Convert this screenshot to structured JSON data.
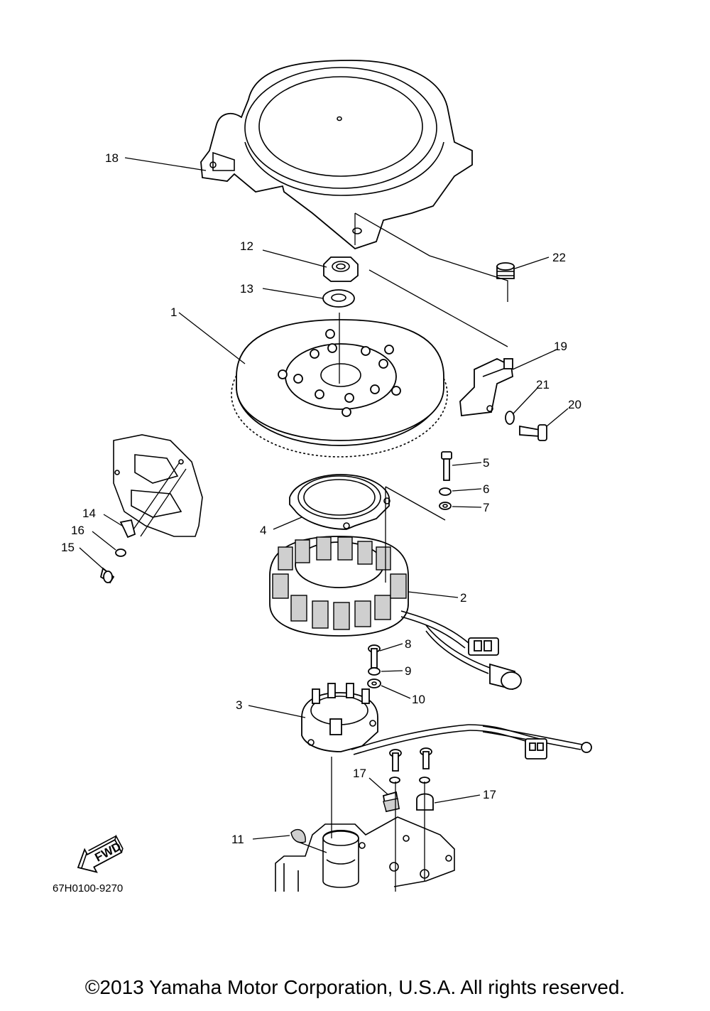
{
  "diagram": {
    "callouts": [
      "1",
      "2",
      "3",
      "4",
      "5",
      "6",
      "7",
      "8",
      "9",
      "10",
      "11",
      "12",
      "13",
      "14",
      "15",
      "16",
      "17",
      "17",
      "18",
      "19",
      "20",
      "21",
      "22"
    ],
    "fwd_label": "FWD",
    "code": "67H0100-9270"
  },
  "footer": {
    "copyright": "©2013 Yamaha Motor Corporation, U.S.A. All rights reserved."
  }
}
